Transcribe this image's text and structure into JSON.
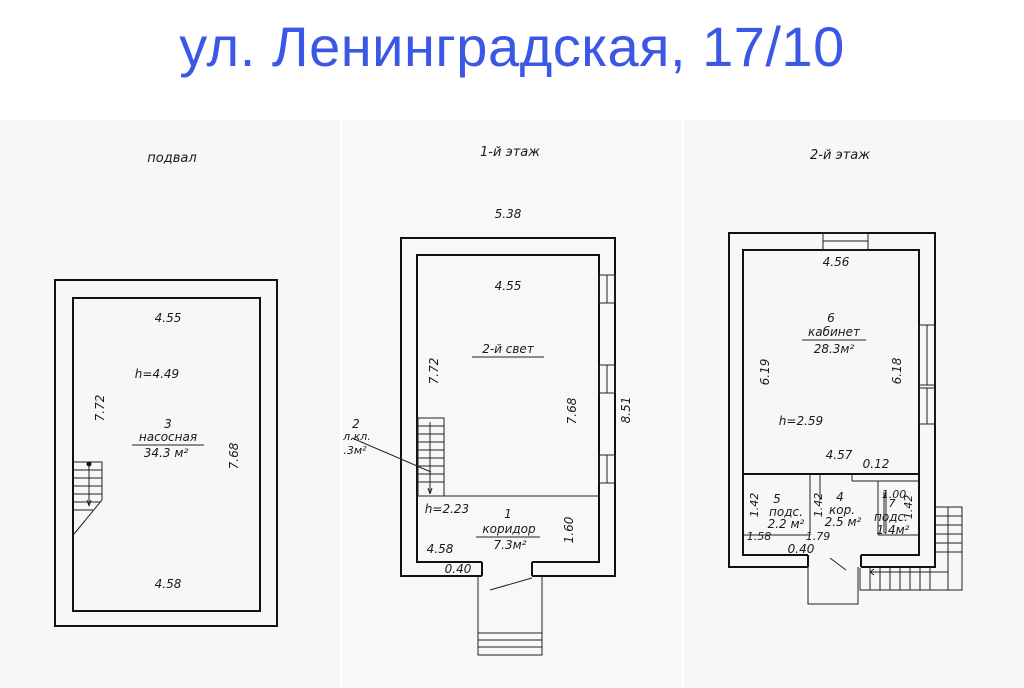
{
  "title": "ул. Ленинградская, 17/10",
  "basement": {
    "heading": "подвал",
    "dims": {
      "top": "4.55",
      "bottom": "4.58",
      "left": "7.72",
      "right": "7.68"
    },
    "height": "h=4.49",
    "room": {
      "number": "3",
      "name": "насосная",
      "area": "34.3 м²"
    }
  },
  "floor1": {
    "heading": "1-й этаж",
    "dims": {
      "outer_top": "5.38",
      "inner_top": "4.55",
      "left": "7.72",
      "right": "7.68",
      "outer_right": "8.51",
      "corridor_bottom": "4.58",
      "corridor_right": "1.60",
      "door": "0.40"
    },
    "second_light": "2-й свет",
    "height": "h=2.23",
    "stair_room": {
      "number": "2",
      "name": "л.кл.",
      "area": ".3м²"
    },
    "corridor": {
      "number": "1",
      "name": "коридор",
      "area": "7.3м²"
    }
  },
  "floor2": {
    "heading": "2-й этаж",
    "dims": {
      "top": "4.56",
      "left": "6.19",
      "right": "6.18",
      "mid": "4.57",
      "small": "0.12",
      "d142a": "1.42",
      "d142b": "1.42",
      "d142c": "1.42",
      "d100": "1.00",
      "d158": "1.58",
      "d179": "1.79",
      "door": "0.40"
    },
    "height": "h=2.59",
    "office": {
      "number": "6",
      "name": "кабинет",
      "area": "28.3м²"
    },
    "room5": {
      "number": "5",
      "name": "подс.",
      "area": "2.2 м²"
    },
    "room4": {
      "number": "4",
      "name": "кор.",
      "area": "2.5 м²"
    },
    "room7": {
      "number": "7",
      "name": "подс.",
      "area": "1.4м²"
    }
  }
}
